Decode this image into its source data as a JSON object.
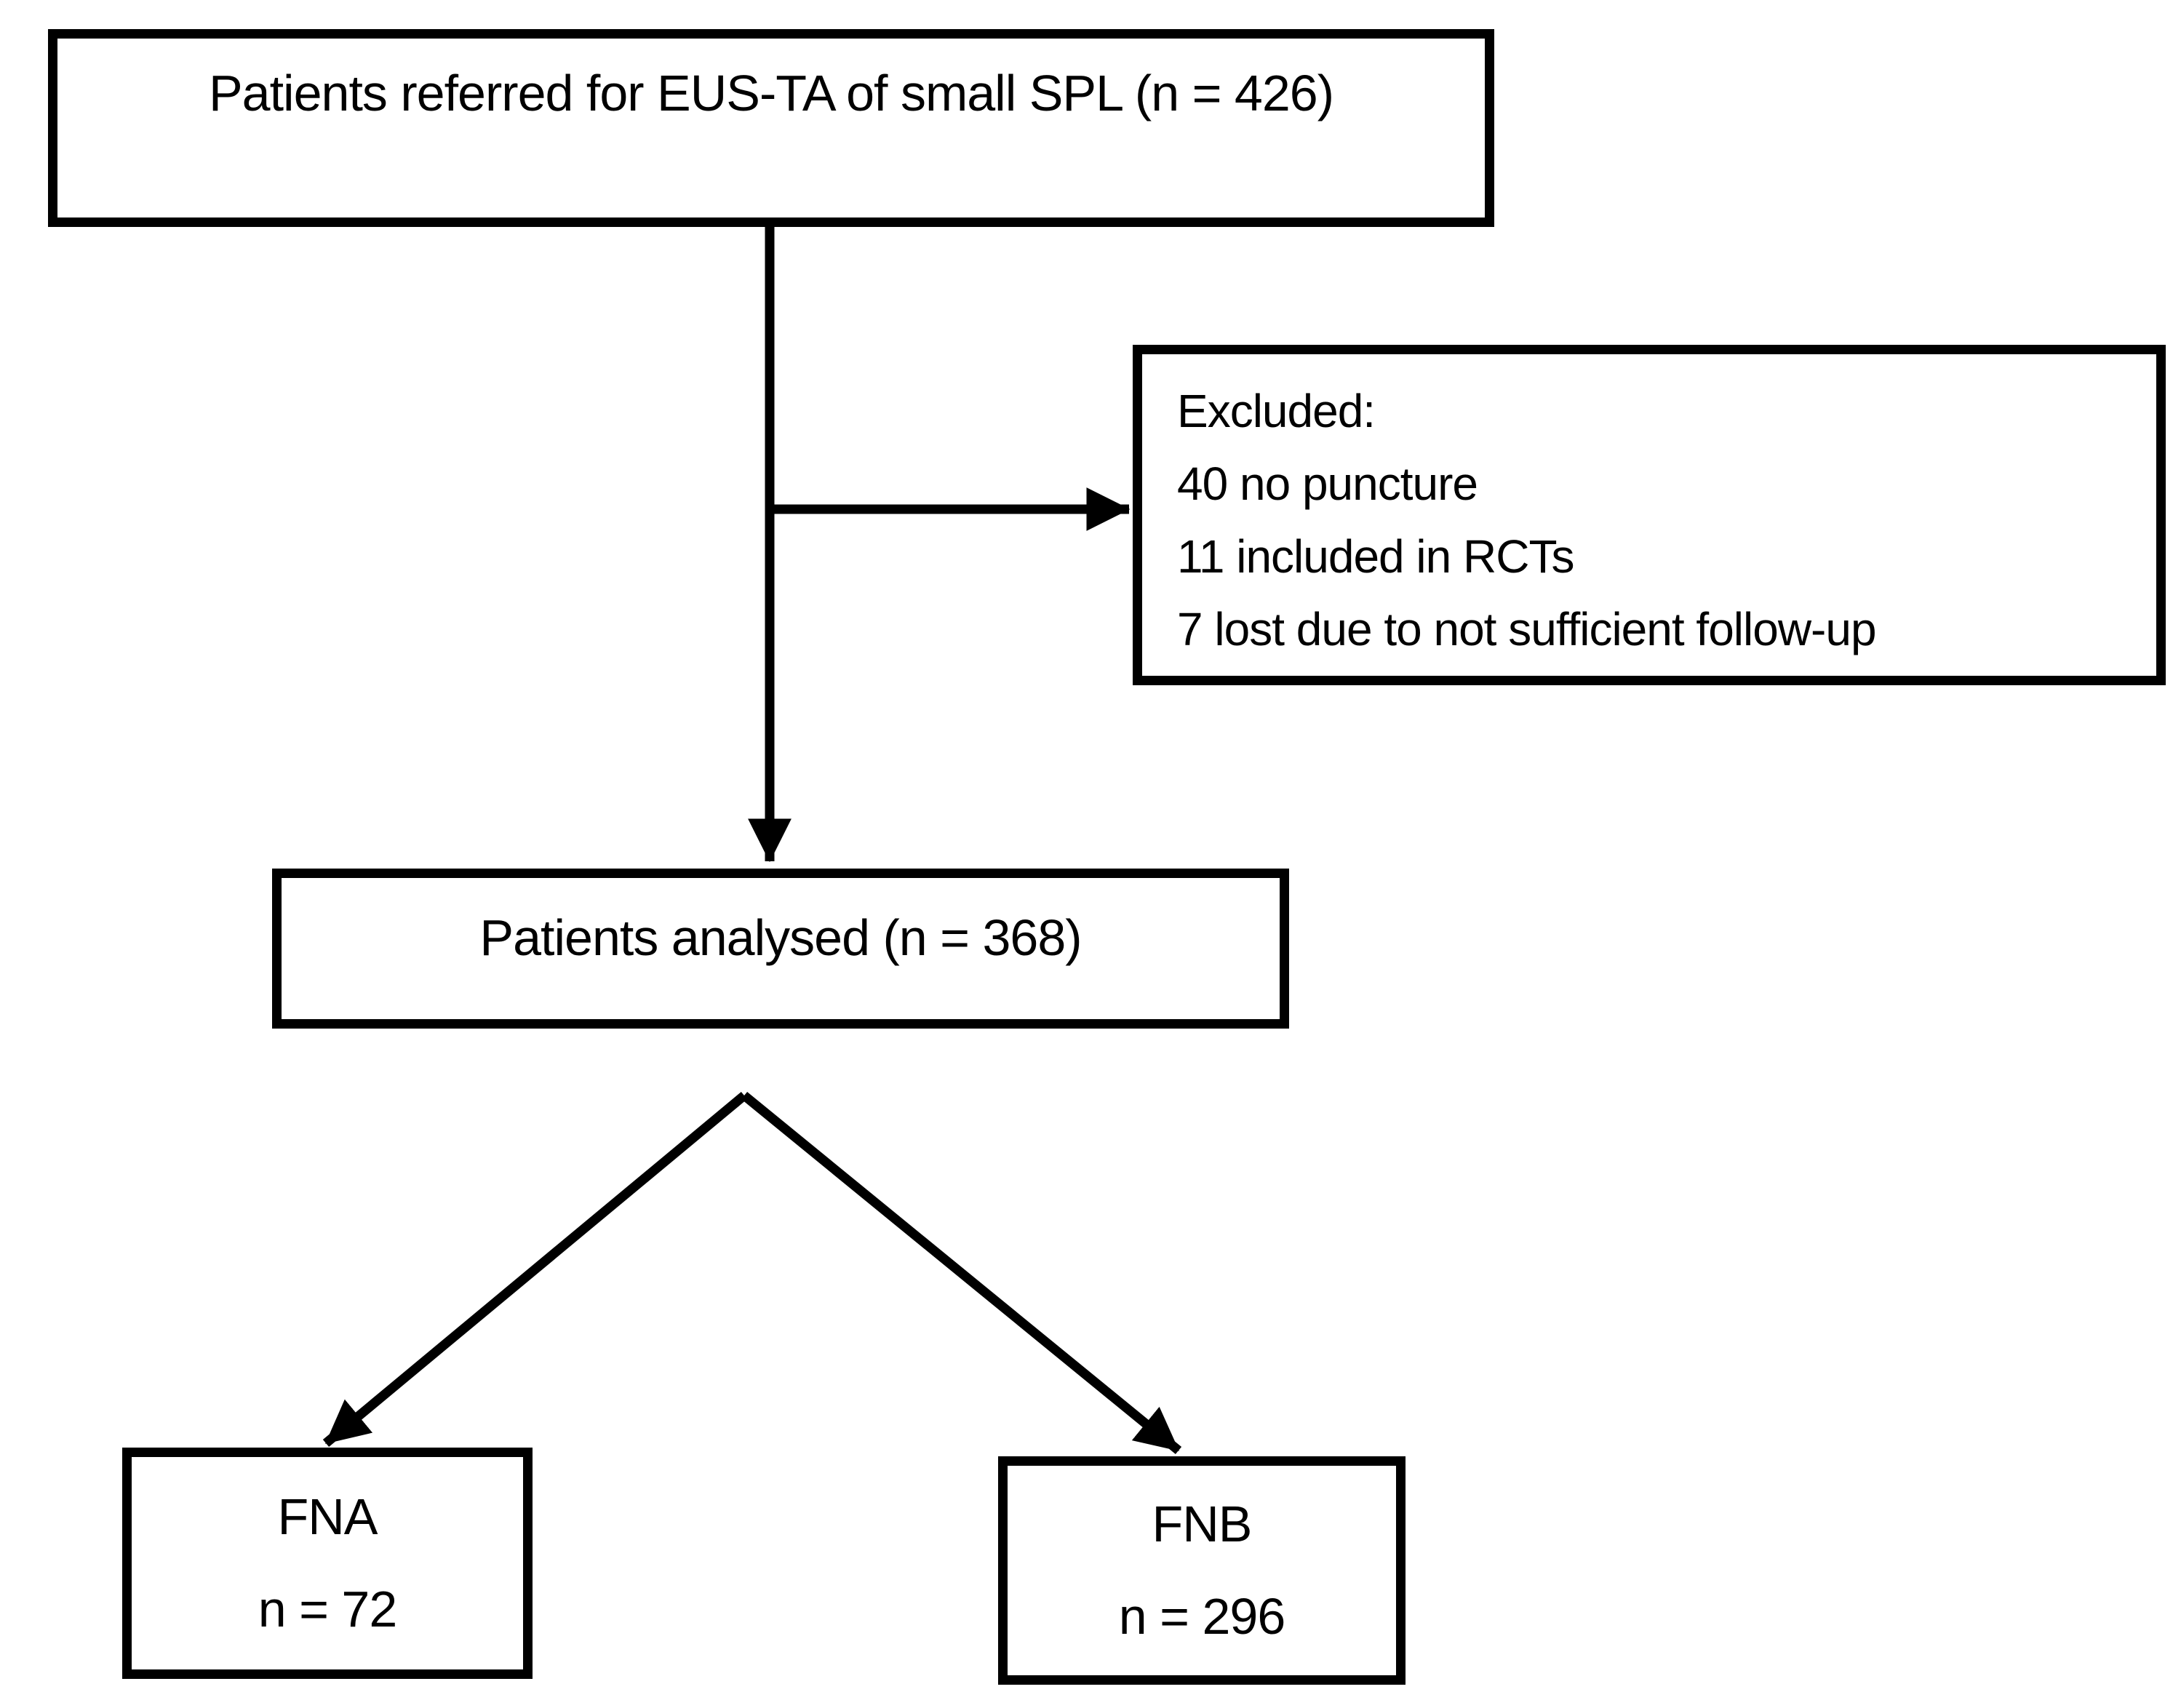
{
  "colors": {
    "line": "#000000",
    "text": "#000000",
    "background": "#ffffff"
  },
  "nodes": {
    "referred": {
      "label": "Patients referred for EUS-TA of small SPL (n = 426)"
    },
    "excluded": {
      "title": "Excluded:",
      "items": [
        "40 no puncture",
        "11 included in RCTs",
        "7 lost due to not sufficient follow-up"
      ]
    },
    "analysed": {
      "label": "Patients analysed (n = 368)"
    },
    "fna": {
      "label": "FNA",
      "count": "n = 72"
    },
    "fnb": {
      "label": "FNB",
      "count": "n = 296"
    }
  }
}
